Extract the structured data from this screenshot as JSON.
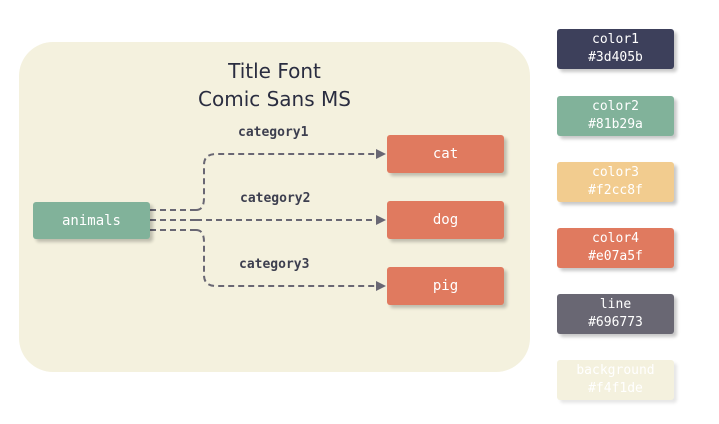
{
  "title": {
    "line1": "Title Font",
    "line2": "Comic Sans MS"
  },
  "source": {
    "label": "animals"
  },
  "edges": [
    {
      "label": "category1"
    },
    {
      "label": "category2"
    },
    {
      "label": "category3"
    }
  ],
  "targets": [
    {
      "label": "cat"
    },
    {
      "label": "dog"
    },
    {
      "label": "pig"
    }
  ],
  "palette": [
    {
      "name": "color1",
      "hex": "#3d405b"
    },
    {
      "name": "color2",
      "hex": "#81b29a"
    },
    {
      "name": "color3",
      "hex": "#f2cc8f"
    },
    {
      "name": "color4",
      "hex": "#e07a5f"
    },
    {
      "name": "line",
      "hex": "#696773"
    },
    {
      "name": "background",
      "hex": "#f4f1de"
    }
  ],
  "colors": {
    "dark": "#3d405b",
    "green": "#81b29a",
    "yellow": "#f2cc8f",
    "orange": "#e07a5f",
    "line": "#696773",
    "background": "#f4f1de"
  }
}
